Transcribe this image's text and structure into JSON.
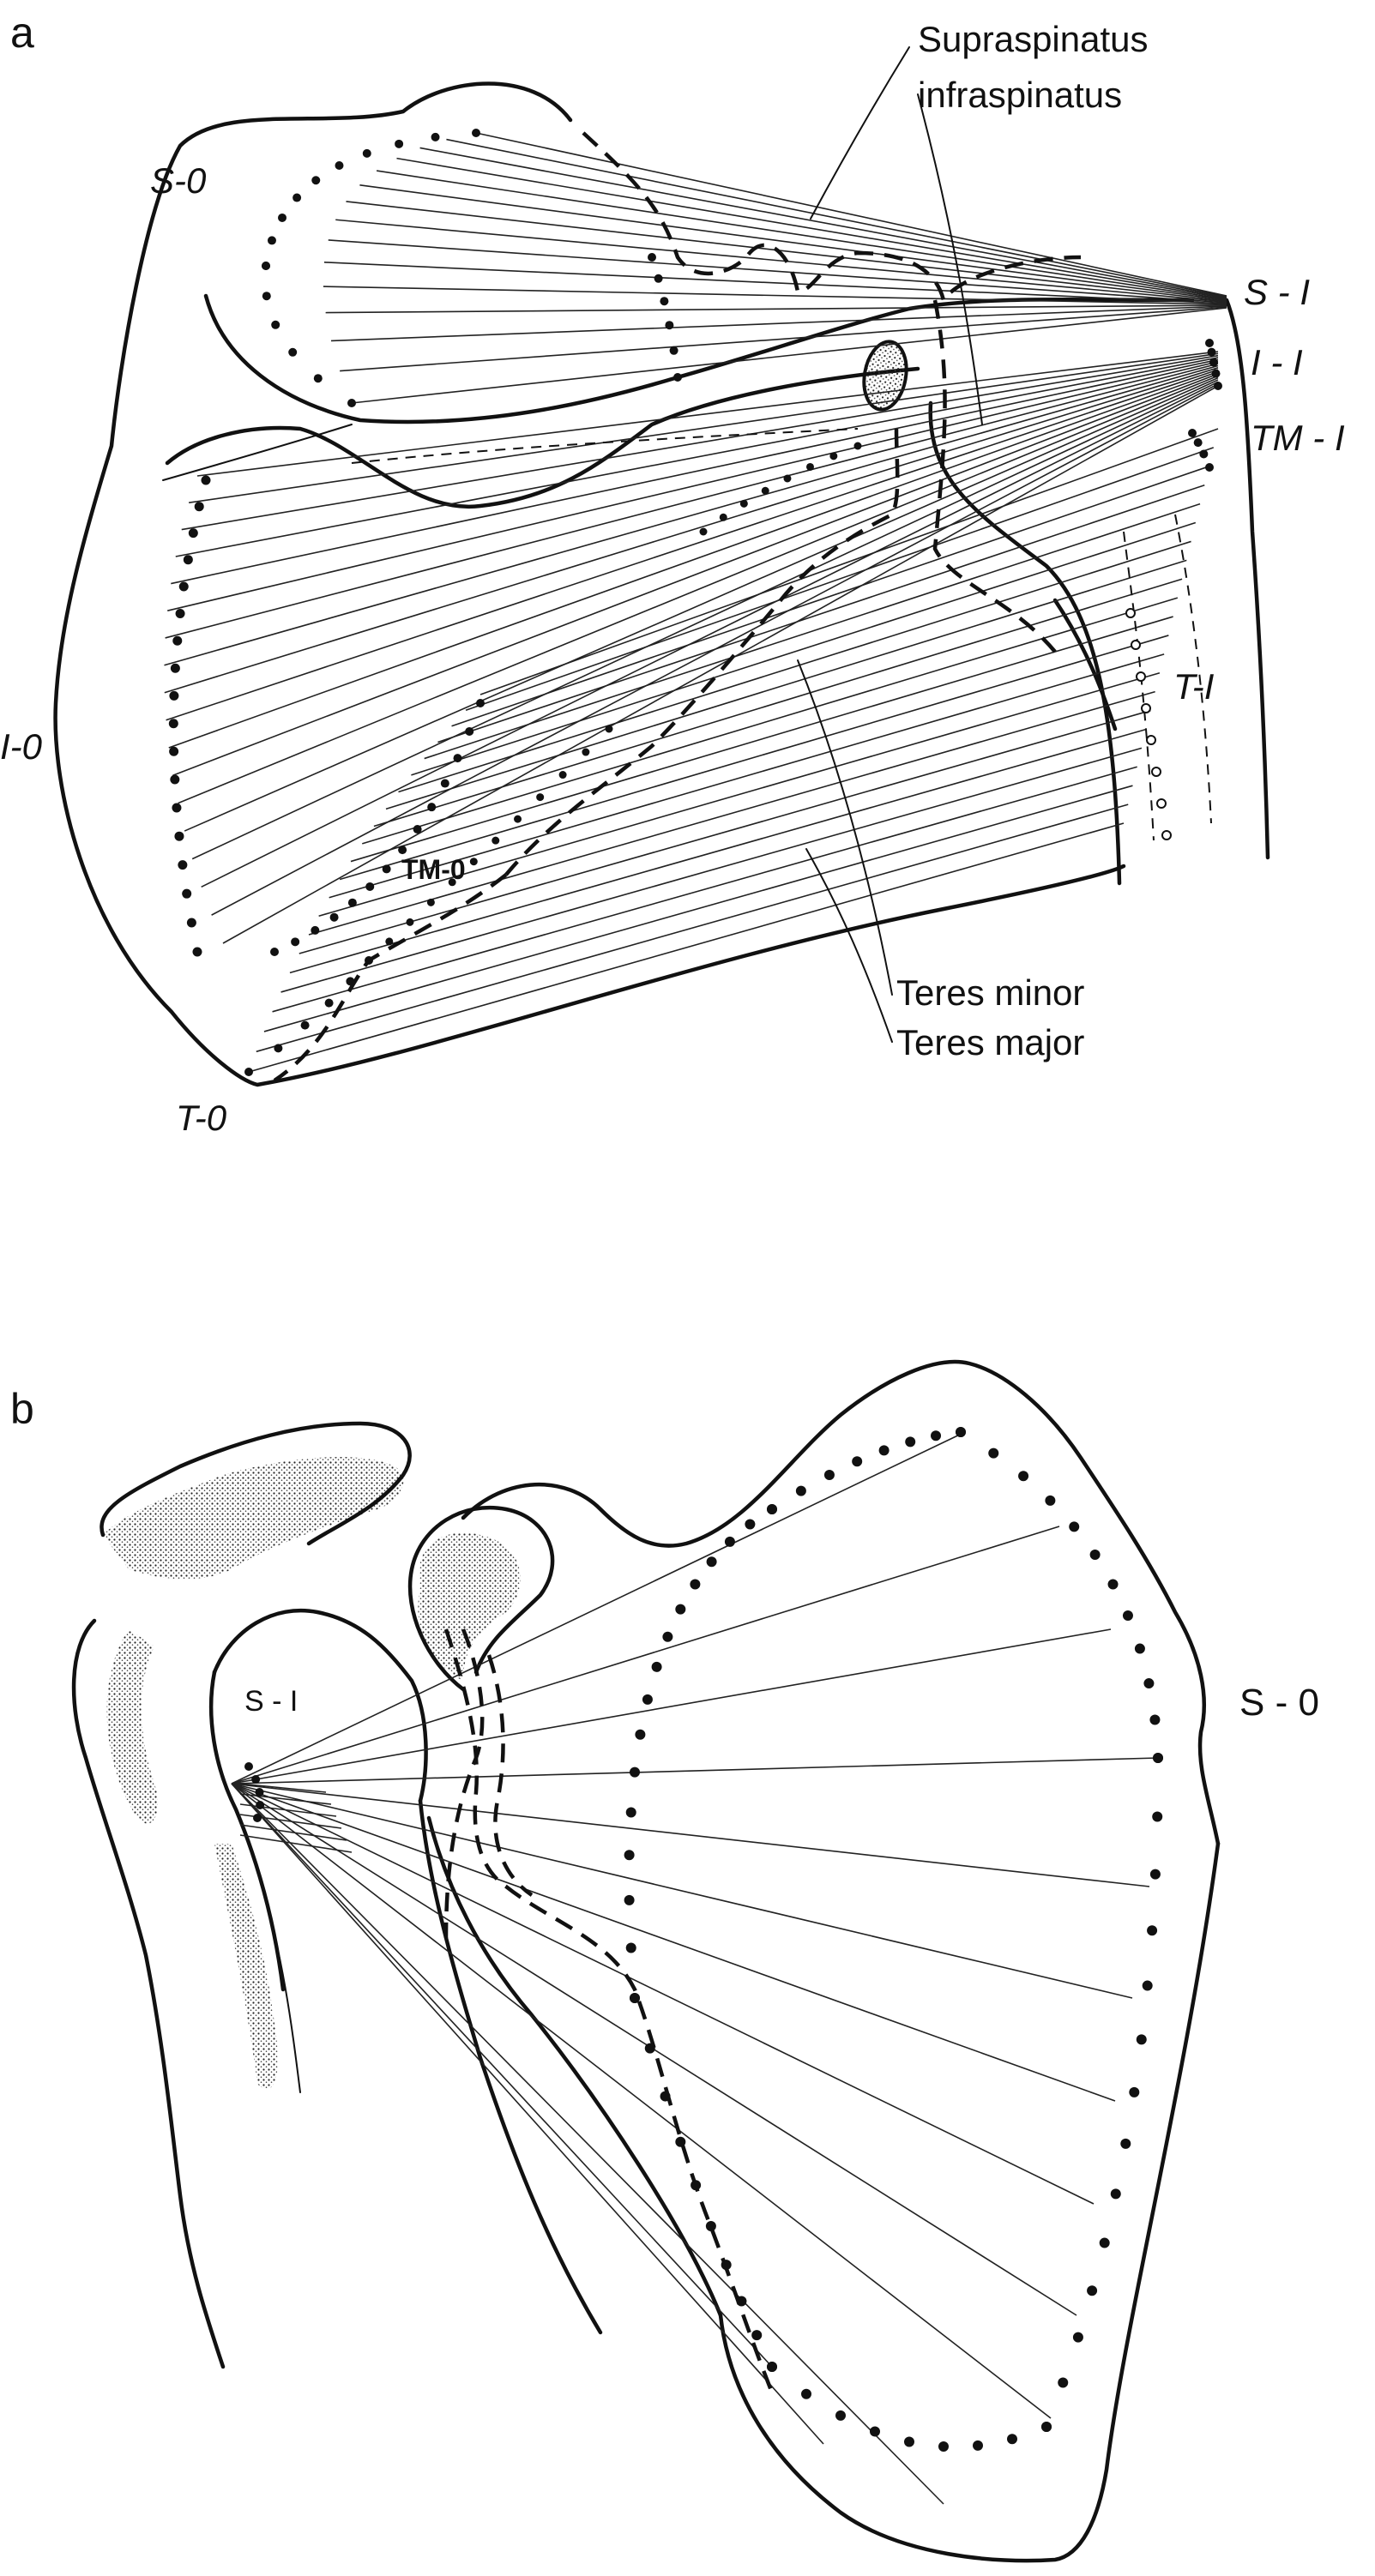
{
  "panel_a": {
    "panel_label": "a",
    "labels": {
      "s0": "S-0",
      "i0": "I-0",
      "t0": "T-0",
      "tm0": "TM-0",
      "si": "S - I",
      "ii": "I - I",
      "tmi": "TM - I",
      "ti": "T-I",
      "supraspinatus": "Supraspinatus",
      "infraspinatus": "infraspinatus",
      "teres_minor": "Teres minor",
      "teres_major": "Teres major"
    }
  },
  "panel_b": {
    "panel_label": "b",
    "labels": {
      "si": "S - I",
      "s0": "S - 0"
    }
  }
}
